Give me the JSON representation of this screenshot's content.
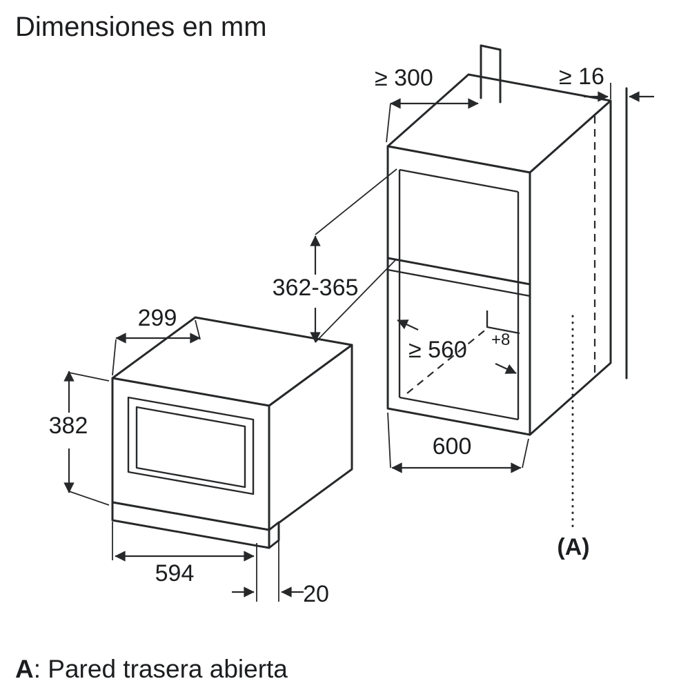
{
  "title": "Dimensiones en mm",
  "footnote": {
    "key": "A",
    "text": ": Pared trasera abierta"
  },
  "microwave": {
    "depth": "299",
    "height": "382",
    "width": "594",
    "trim": "20"
  },
  "niche": {
    "top_clearance": "≥ 300",
    "rear_gap": "≥ 16",
    "height": "362-365",
    "width": "≥ 560",
    "width_tolerance": "+8",
    "cabinet_width": "600",
    "rear_label": "(A)"
  }
}
